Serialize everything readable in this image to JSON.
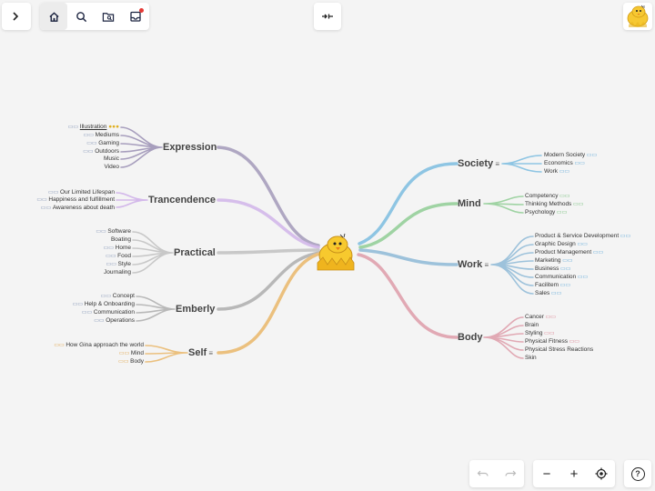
{
  "toolbar": {
    "sidebar_toggle_icon": "chevron-right-icon",
    "home_icon": "home-icon",
    "search_icon": "search-icon",
    "folder_icon": "folder-search-icon",
    "inbox_icon": "inbox-icon",
    "layout_icon": "arrow-collapse-icon",
    "notification_color": "#e53935"
  },
  "central": {
    "icon": "chick-icon"
  },
  "colors": {
    "expression": "#a79ebd",
    "transcendence": "#d3b8ea",
    "practical": "#c8c8c8",
    "emberly": "#b8b8b8",
    "self": "#ebc07e",
    "society": "#8ec5e3",
    "mind": "#9fd3a3",
    "work": "#9dc2db",
    "body": "#e1a9b4"
  },
  "branches": {
    "expression": {
      "label": "Expression",
      "children": [
        "Illustration",
        "Mediums",
        "Gaming",
        "Outdoors",
        "Music",
        "Video"
      ]
    },
    "transcendence": {
      "label": "Trancendence",
      "children": [
        "Our Limited Lifespan",
        "Happiness and fulfillment",
        "Awareness about death"
      ]
    },
    "practical": {
      "label": "Practical",
      "children": [
        "Software",
        "Boating",
        "Home",
        "Food",
        "Style",
        "Journaling"
      ]
    },
    "emberly": {
      "label": "Emberly",
      "children": [
        "Concept",
        "Help & Onboarding",
        "Communication",
        "Operations"
      ]
    },
    "self": {
      "label": "Self",
      "children": [
        "How Gina approach the world",
        "Mind",
        "Body"
      ]
    },
    "society": {
      "label": "Society",
      "children": [
        "Modern Society",
        "Economics",
        "Work"
      ]
    },
    "mind": {
      "label": "Mind",
      "children": [
        "Competency",
        "Thinking Methods",
        "Psychology"
      ]
    },
    "work": {
      "label": "Work",
      "children": [
        "Product & Service Development",
        "Graphic Design",
        "Product Management",
        "Marketing",
        "Business",
        "Communication",
        "Facilitem",
        "Sales"
      ]
    },
    "body": {
      "label": "Body",
      "children": [
        "Cancer",
        "Brain",
        "Styling",
        "Physical Fitness",
        "Physical Stress Reactions",
        "Skin"
      ]
    }
  },
  "controls": {
    "undo_icon": "undo-icon",
    "redo_icon": "redo-icon",
    "zoom_out_label": "−",
    "zoom_in_label": "+",
    "center_icon": "target-icon",
    "help_label": "?"
  }
}
